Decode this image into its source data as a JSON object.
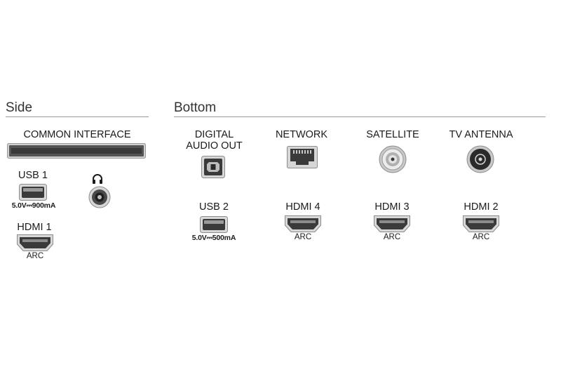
{
  "side": {
    "title": "Side",
    "common_interface": {
      "label": "COMMON INTERFACE"
    },
    "usb1": {
      "label": "USB 1",
      "rating": "5.0V⎓900mA"
    },
    "hdmi1": {
      "label": "HDMI 1",
      "sub": "ARC"
    },
    "headphone": {
      "icon": "headphones-icon"
    }
  },
  "bottom": {
    "title": "Bottom",
    "digital_audio": {
      "label": "DIGITAL AUDIO OUT"
    },
    "network": {
      "label": "NETWORK"
    },
    "satellite": {
      "label": "SATELLITE"
    },
    "tv_antenna": {
      "label": "TV ANTENNA"
    },
    "usb2": {
      "label": "USB 2",
      "rating": "5.0V⎓500mA"
    },
    "hdmi4": {
      "label": "HDMI 4",
      "sub": "ARC"
    },
    "hdmi3": {
      "label": "HDMI 3",
      "sub": "ARC"
    },
    "hdmi2": {
      "label": "HDMI 2",
      "sub": "ARC"
    }
  },
  "colors": {
    "port_dark": "#3a3a3a",
    "port_mid": "#8c8c8c",
    "port_light": "#d6d6d6",
    "divider": "#9a9a9a"
  }
}
